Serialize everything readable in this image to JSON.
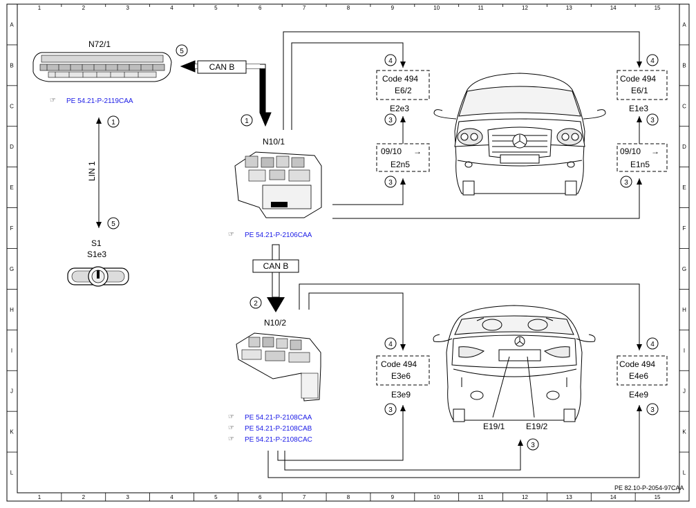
{
  "grid": {
    "columns": [
      "1",
      "2",
      "3",
      "4",
      "5",
      "6",
      "7",
      "8",
      "9",
      "10",
      "11",
      "12",
      "13",
      "14",
      "15"
    ],
    "rows": [
      "A",
      "B",
      "C",
      "D",
      "E",
      "F",
      "G",
      "H",
      "I",
      "J",
      "K",
      "L"
    ]
  },
  "components": {
    "n72_1": "N72/1",
    "n10_1": "N10/1",
    "n10_2": "N10/2",
    "s1": "S1",
    "s1e3": "S1e3",
    "e19_1": "E19/1",
    "e19_2": "E19/2",
    "e2e3": "E2e3",
    "e1e3": "E1e3",
    "e3e9": "E3e9",
    "e4e9": "E4e9"
  },
  "buses": {
    "can_b_top": "CAN B",
    "can_b_mid": "CAN B",
    "lin1": "LIN 1"
  },
  "boxes": {
    "code494_e62_line1": "Code 494",
    "code494_e62_line2": "E6/2",
    "code494_e61_line1": "Code 494",
    "code494_e61_line2": "E6/1",
    "code494_e3e6_line1": "Code 494",
    "code494_e3e6_line2": "E3e6",
    "code494_e4e6_line1": "Code 494",
    "code494_e4e6_line2": "E4e6",
    "date_e2n5_line1": "09/10",
    "date_e2n5_line2": "E2n5",
    "date_e1n5_line1": "09/10",
    "date_e1n5_line2": "E1n5"
  },
  "refs": {
    "n72_ref": "PE 54.21-P-2119CAA",
    "n10_1_ref": "PE 54.21-P-2106CAA",
    "n10_2_ref_a": "PE 54.21-P-2108CAA",
    "n10_2_ref_b": "PE 54.21-P-2108CAB",
    "n10_2_ref_c": "PE 54.21-P-2108CAC"
  },
  "callouts": {
    "c1a": "1",
    "c1b": "1",
    "c2": "2",
    "c3a": "3",
    "c3b": "3",
    "c3c": "3",
    "c3d": "3",
    "c3e": "3",
    "c3f": "3",
    "c3g": "3",
    "c4a": "4",
    "c4b": "4",
    "c4c": "4",
    "c4d": "4",
    "c5a": "5",
    "c5b": "5"
  },
  "footer_ref": "PE 82.10-P-2054-97CAA",
  "colors": {
    "link": "#1a1ae6",
    "line": "#000000"
  }
}
